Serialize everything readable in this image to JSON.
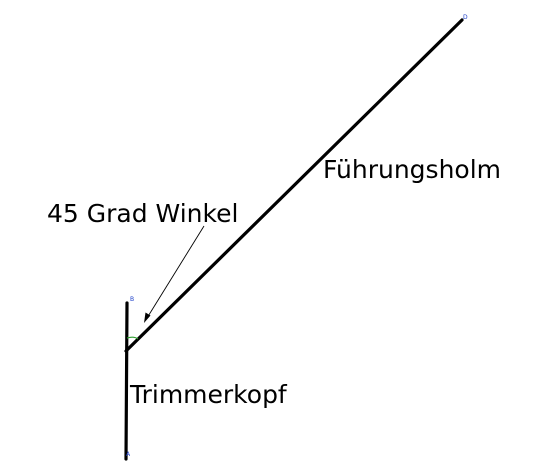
{
  "labels": {
    "angle": "45 Grad Winkel",
    "guide_bar": "Führungsholm",
    "trimmer_head": "Trimmerkopf"
  },
  "points": {
    "A": "A",
    "B": "B",
    "D": "D"
  },
  "colors": {
    "line": "#000000",
    "angle_arc": "#2e9e2e",
    "point_label": "#1a3cc8",
    "background": "#ffffff"
  }
}
